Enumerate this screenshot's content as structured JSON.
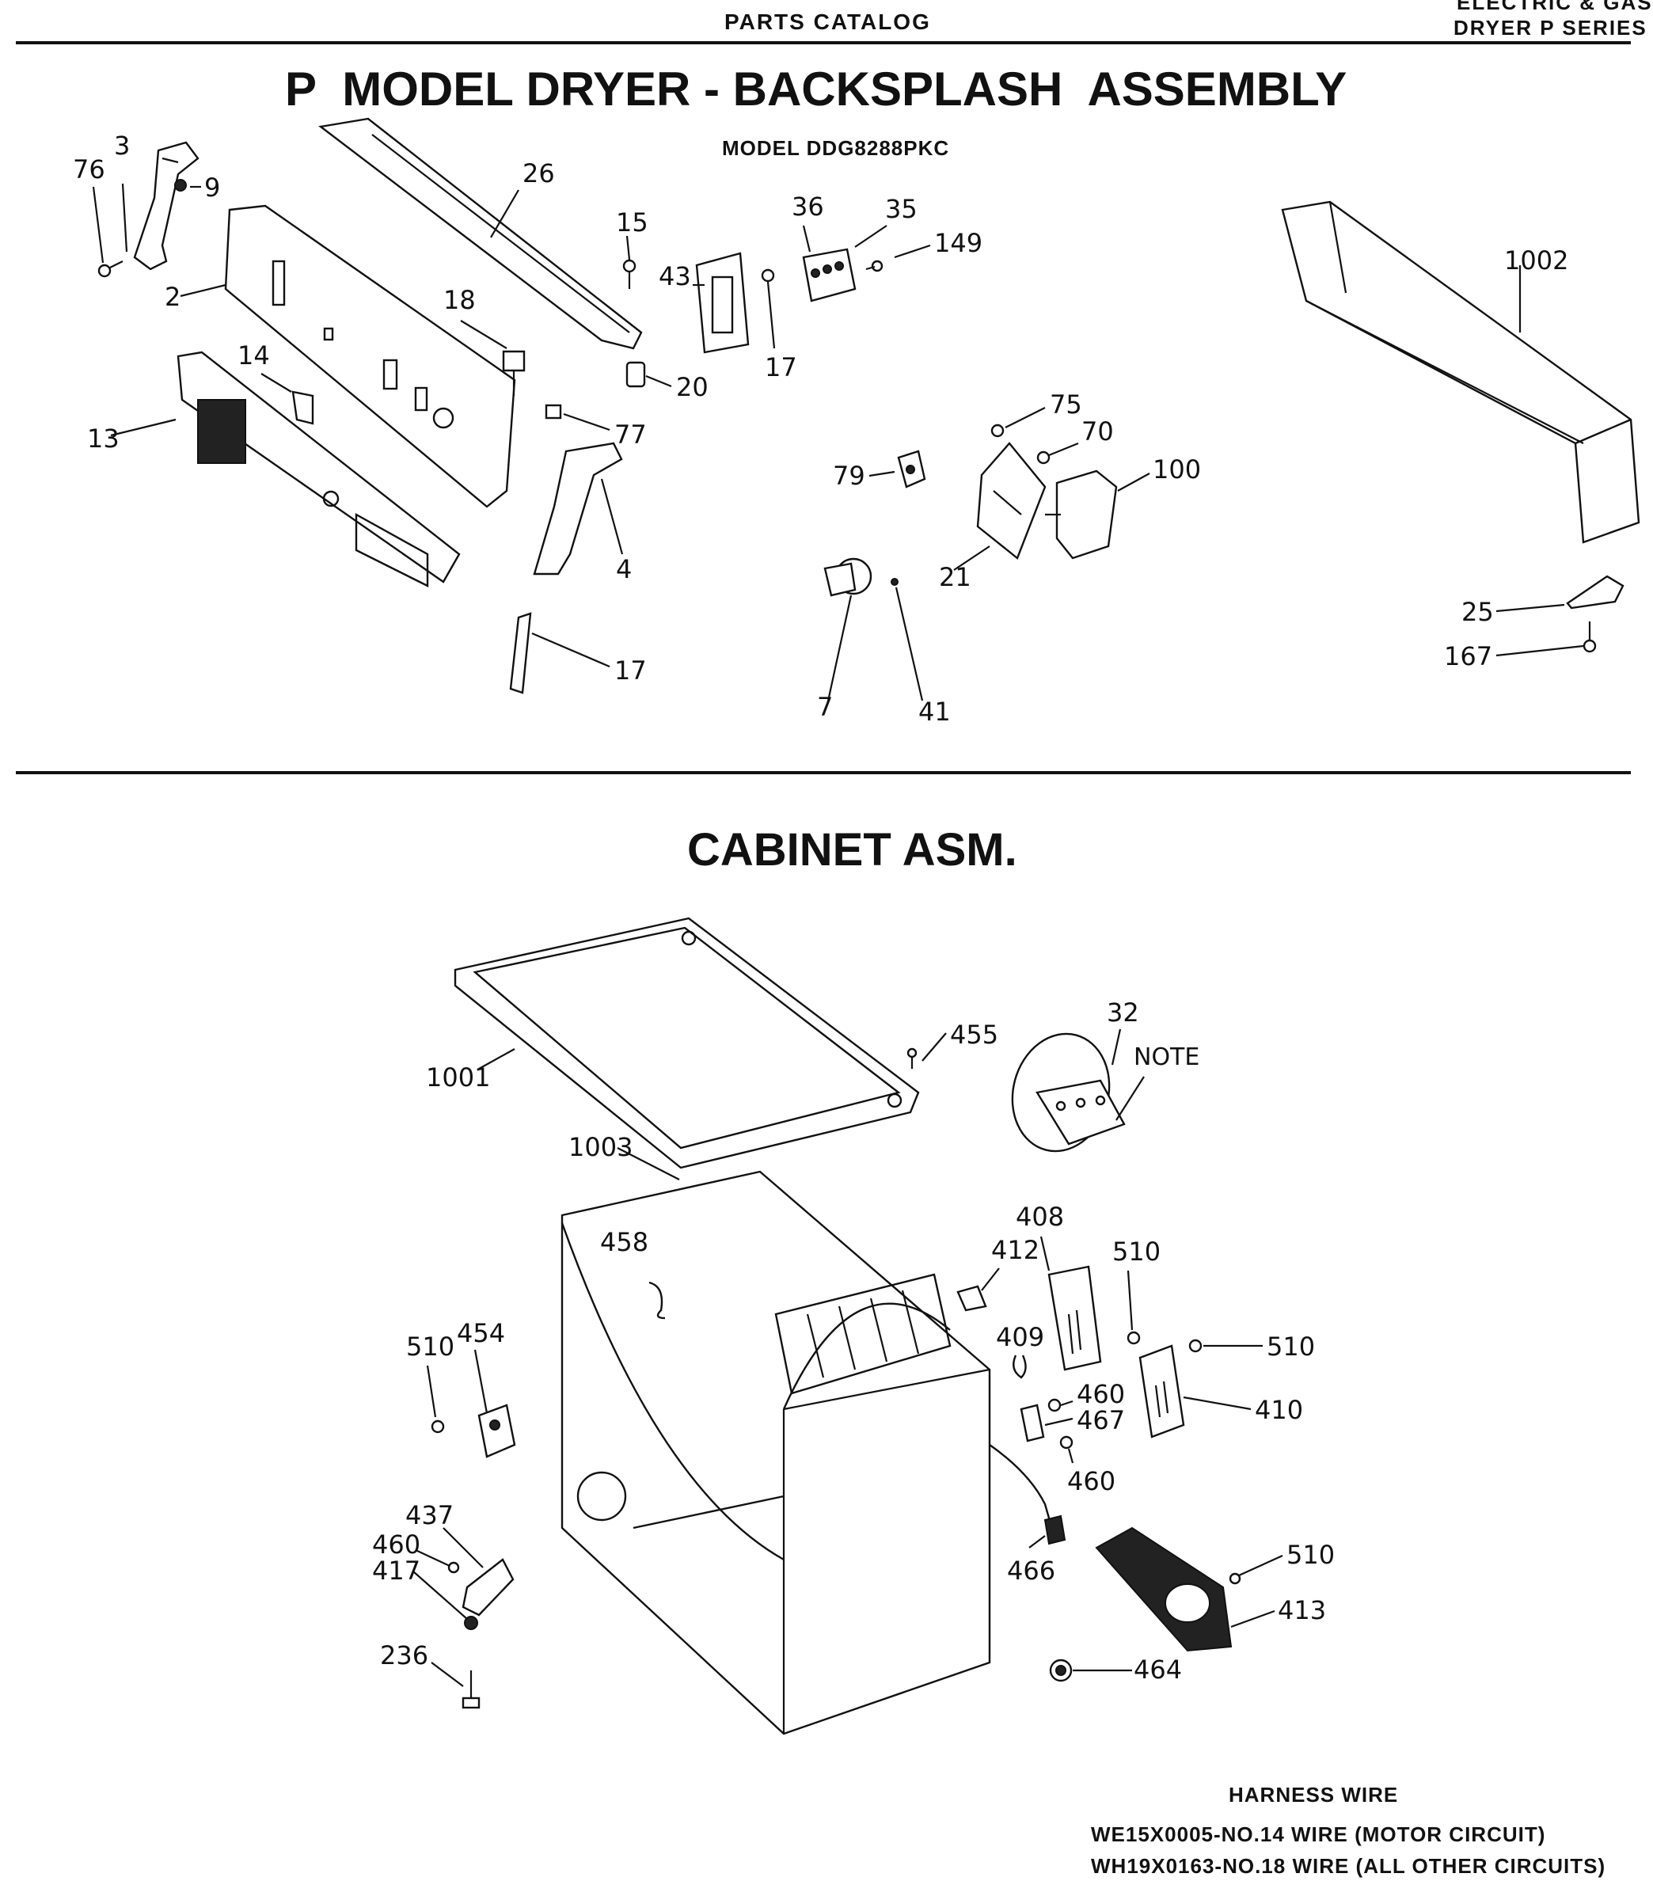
{
  "header": {
    "catalog": "PARTS CATALOG",
    "series_line1": "ELECTRIC & GAS",
    "series_line2": "DRYER P SERIES"
  },
  "backsplash": {
    "title": "P  MODEL DRYER - BACKSPLASH  ASSEMBLY",
    "model": "MODEL DDG8288PKC",
    "callouts": [
      "76",
      "3",
      "9",
      "26",
      "2",
      "15",
      "36",
      "35",
      "149",
      "43",
      "17",
      "1002",
      "18",
      "14",
      "20",
      "13",
      "77",
      "75",
      "70",
      "79",
      "100",
      "4",
      "21",
      "25",
      "167",
      "17",
      "7",
      "41"
    ]
  },
  "cabinet": {
    "title": "CABINET ASM.",
    "note": "NOTE",
    "callouts": [
      "32",
      "455",
      "1001",
      "1003",
      "408",
      "458",
      "412",
      "510",
      "454",
      "510",
      "409",
      "510",
      "460",
      "410",
      "467",
      "460",
      "437",
      "460",
      "417",
      "466",
      "510",
      "413",
      "236",
      "464"
    ]
  },
  "harness": {
    "title": "HARNESS WIRE",
    "line1": "WE15X0005-NO.14 WIRE (MOTOR CIRCUIT)",
    "line2": "WH19X0163-NO.18 WIRE (ALL OTHER CIRCUITS)"
  }
}
